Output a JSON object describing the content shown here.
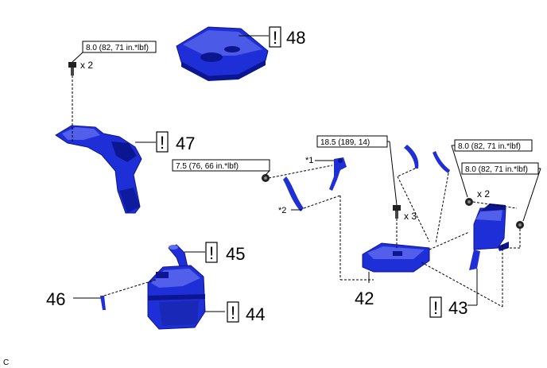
{
  "colors": {
    "part_fill": "#1f2fd8",
    "part_dark": "#0b1690",
    "part_light": "#5f6cf0",
    "line": "#000000"
  },
  "torques": {
    "t1": "8.0 (82, 71 in.*lbf)",
    "t2": "7.5 (76, 66 in.*lbf)",
    "t3": "18.5 (189, 14)",
    "t4": "8.0 (82, 71 in.*lbf)",
    "t5": "8.0 (82, 71 in.*lbf)"
  },
  "quantities": {
    "q1": "x 2",
    "q2": "x 3",
    "q3": "x 2"
  },
  "part_numbers": {
    "p48": "48",
    "p47": "47",
    "p45": "45",
    "p44": "44",
    "p46": "46",
    "p42": "42",
    "p43": "43"
  },
  "notes": {
    "n1": "*1",
    "n2": "*2"
  },
  "caution_mark": "!",
  "corner_label": "C"
}
